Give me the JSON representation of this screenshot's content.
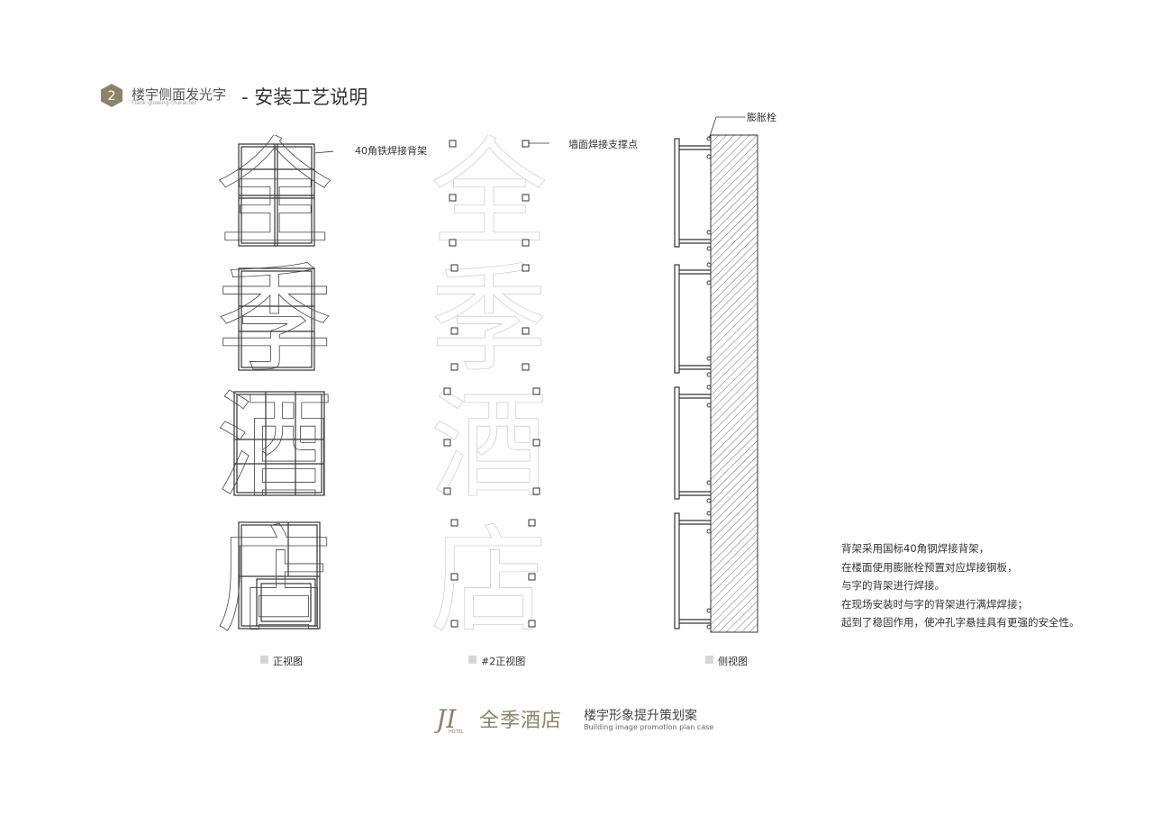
{
  "section": {
    "number": "2",
    "title": "楼宇侧面发光字",
    "subtitle_en": "Flank glowing character",
    "heading": "- 安装工艺说明"
  },
  "characters": [
    "全",
    "季",
    "酒",
    "店"
  ],
  "callouts": {
    "frame": "40角铁焊接背架",
    "weld_point": "墙面焊接支撑点",
    "bolt": "膨胀栓"
  },
  "captions": {
    "front": "正视图",
    "front2": "#2正视图",
    "side": "侧视图"
  },
  "description": [
    "背架采用国标40角钢焊接背架，",
    "在楼面使用膨胀栓预置对应焊接钢板，",
    "与字的背架进行焊接。",
    "在现场安装时与字的背架进行满焊焊接；",
    "起到了稳固作用，使冲孔字悬挂具有更强的安全性。"
  ],
  "brand": {
    "logo_letters": "JI",
    "logo_small": "HOTEL",
    "name_cn": "全季酒店",
    "slogan_cn": "楼宇形象提升策划案",
    "slogan_en": "Building image promotion plan case"
  },
  "colors": {
    "brand_gold": "#8c8466",
    "badge": "#8c8466",
    "line": "#333333",
    "ghost": "#c8c8c8"
  }
}
